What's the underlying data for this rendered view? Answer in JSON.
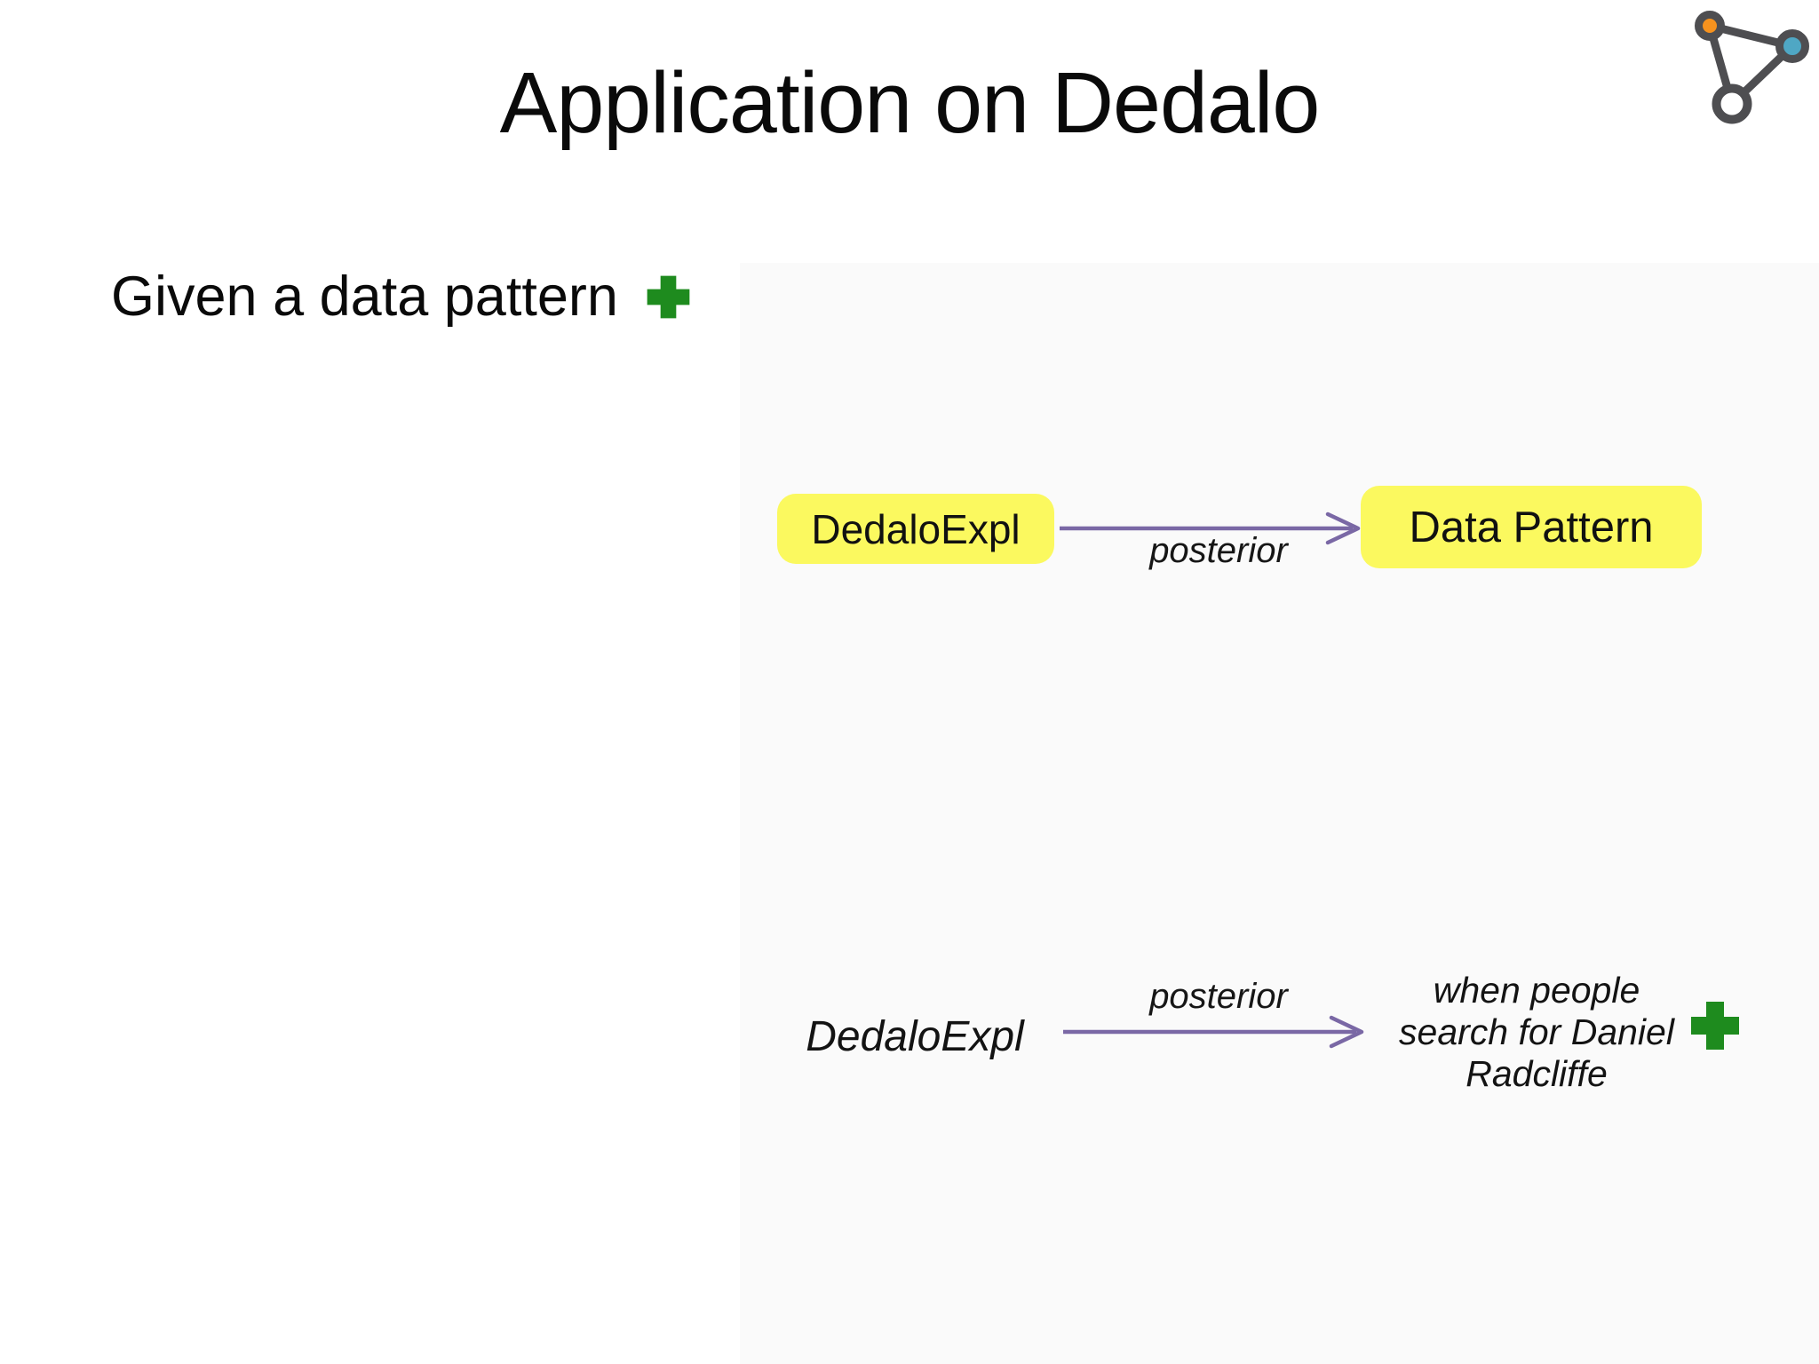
{
  "slide": {
    "title": "Application on Dedalo",
    "statement": "Given a data pattern",
    "icons": {
      "plus_icon": "heavy-green-plus",
      "logo_icon": "network-graph-three-nodes"
    },
    "colors": {
      "background": "#FFFFFF",
      "node_box_yellow": "#FBF95F",
      "arrow_purple": "#7A68A5",
      "plus_green": "#1E8B1E",
      "logo_orange": "#F6921E",
      "logo_blue": "#4FA7C4",
      "logo_dark": "#4E4E51",
      "text": "#0D0D0D"
    }
  },
  "diagram_top": {
    "source_label": "DedaloExpl",
    "edge_label": "posterior",
    "target_label": "Data Pattern"
  },
  "diagram_bottom": {
    "source_label": "DedaloExpl",
    "edge_label": "posterior",
    "target_lines": {
      "0": "when people",
      "1": "search for Daniel",
      "2": "Radcliffe"
    }
  }
}
